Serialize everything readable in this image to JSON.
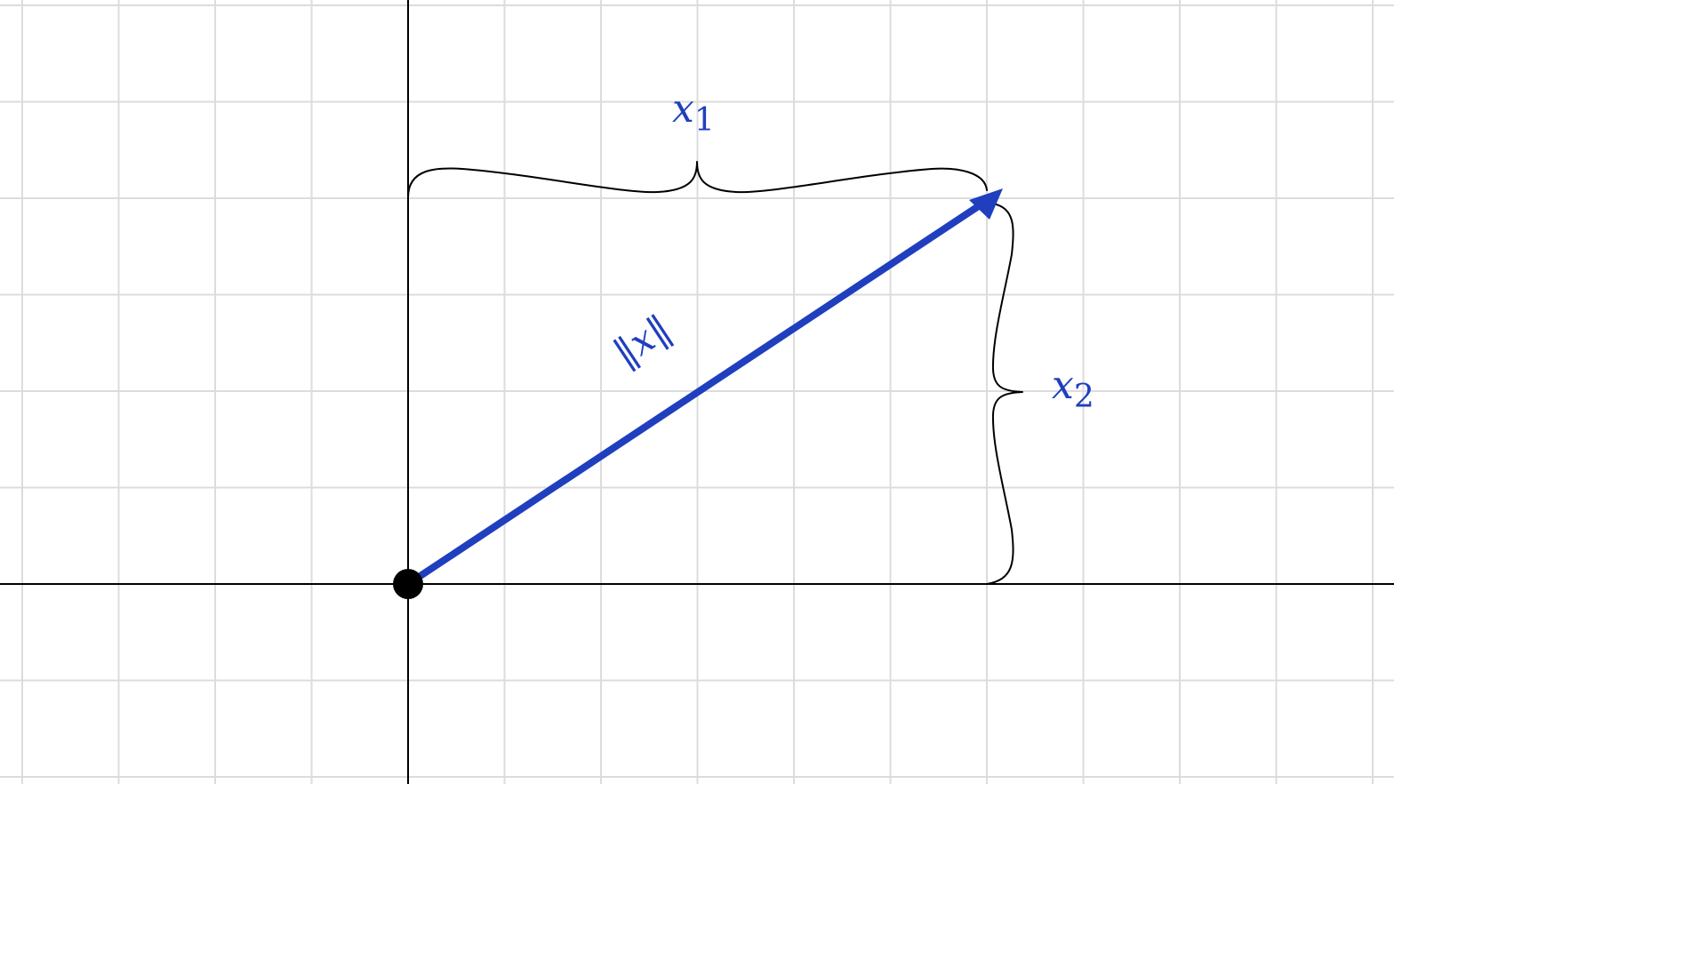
{
  "figure": {
    "grid_step": 1,
    "origin": [
      0,
      0
    ],
    "vector": {
      "x": 6,
      "y": 4,
      "color": "#1f3fbf",
      "label": "‖x‖"
    },
    "labels": {
      "x1": {
        "base": "x",
        "sub": "1"
      },
      "x2": {
        "base": "x",
        "sub": "2"
      }
    },
    "colors": {
      "grid": "#dcdcdc",
      "axes": "#000000",
      "origin_point": "#000000",
      "label": "#1f3fbf"
    }
  }
}
